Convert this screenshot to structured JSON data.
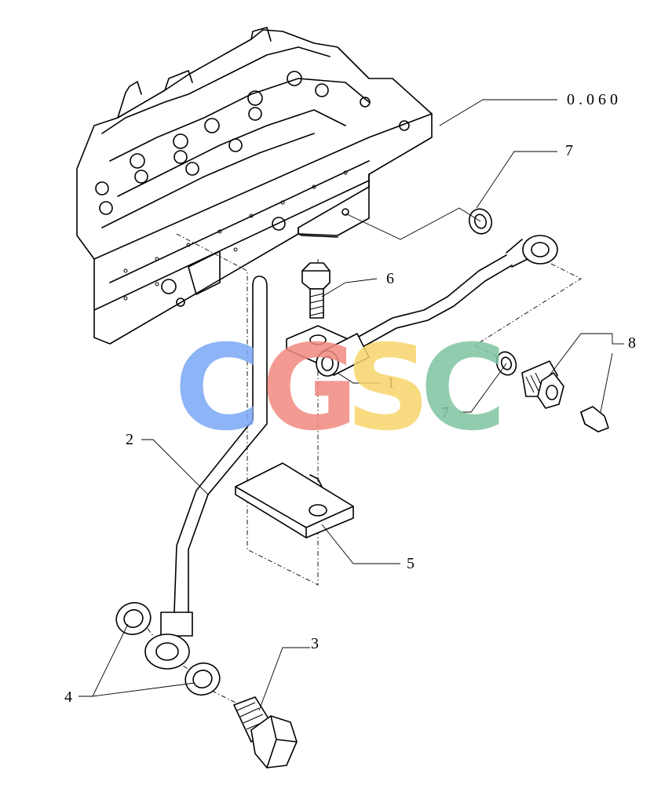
{
  "ref_label": "0 . 0 6 0",
  "callouts": {
    "p1": "1",
    "p2": "2",
    "p3": "3",
    "p4": "4",
    "p5": "5",
    "p6": "6",
    "p7a": "7",
    "p7b": "7",
    "p8": "8"
  },
  "watermark": {
    "letters": [
      "C",
      "G",
      "S",
      "C"
    ],
    "colors": [
      "#7aa7f5",
      "#f28a80",
      "#f7d56a",
      "#7fc4a0"
    ]
  }
}
